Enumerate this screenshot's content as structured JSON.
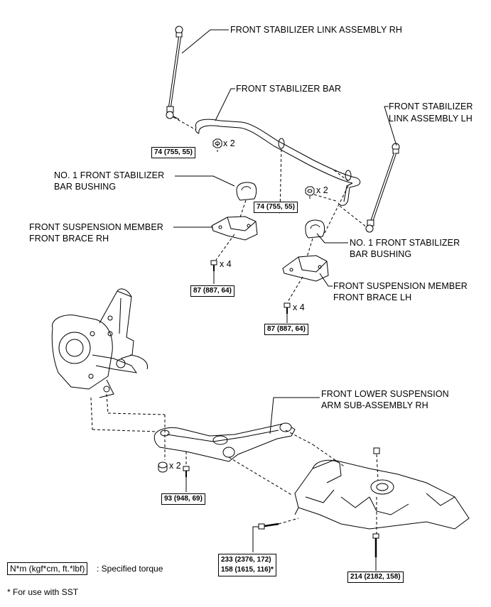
{
  "parts": {
    "link_rh": "FRONT STABILIZER LINK ASSEMBLY RH",
    "bar": "FRONT STABILIZER BAR",
    "link_lh_1": "FRONT STABILIZER",
    "link_lh_2": "LINK ASSEMBLY LH",
    "bushing_rh_1": "NO. 1 FRONT STABILIZER",
    "bushing_rh_2": "BAR BUSHING",
    "brace_rh_1": "FRONT SUSPENSION MEMBER",
    "brace_rh_2": "FRONT BRACE RH",
    "bushing_lh_1": "NO. 1 FRONT STABILIZER",
    "bushing_lh_2": "BAR BUSHING",
    "brace_lh_1": "FRONT SUSPENSION MEMBER",
    "brace_lh_2": "FRONT BRACE LH",
    "lower_arm_1": "FRONT LOWER SUSPENSION",
    "lower_arm_2": "ARM SUB-ASSEMBLY RH"
  },
  "torques": {
    "nut_rh": "74 (755, 55)",
    "nut_lh": "74 (755, 55)",
    "bolt_brace_rh": "87 (887, 64)",
    "bolt_brace_lh": "87 (887, 64)",
    "arm_front": "93 (948, 69)",
    "arm_rear_1": "233 (2376, 172)",
    "arm_rear_2": "158 (1615, 116)*",
    "arm_bolt_vertical": "214 (2182, 158)"
  },
  "quantities": {
    "nut_rh": "x 2",
    "nut_lh": "x 2",
    "bolt_brace_rh": "x 4",
    "bolt_brace_lh": "x 4",
    "arm_front": "x 2"
  },
  "legend": {
    "unit_box": "N*m (kgf*cm, ft.*lbf)",
    "unit_desc": ": Specified torque",
    "footnote": "* For use with SST"
  }
}
